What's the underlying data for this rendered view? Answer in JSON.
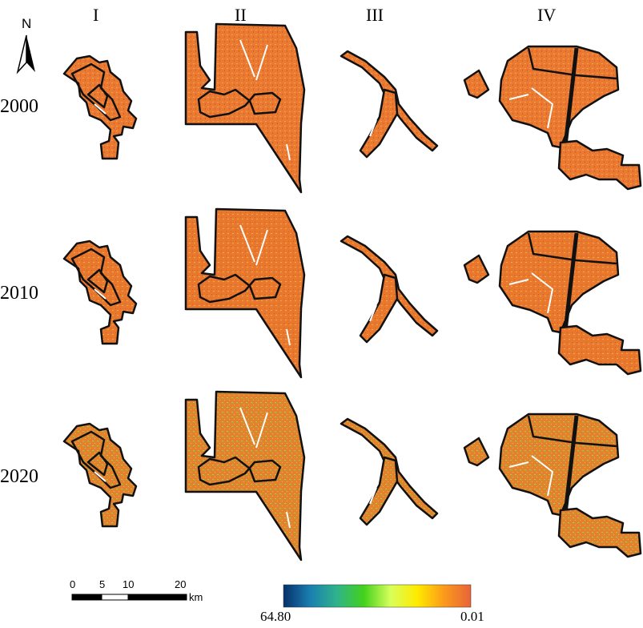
{
  "columns": [
    "I",
    "II",
    "III",
    "IV"
  ],
  "years": [
    "2000",
    "2010",
    "2020"
  ],
  "north": {
    "label": "N",
    "icon": "north-arrow-icon"
  },
  "scale_bar": {
    "ticks": [
      "0",
      "5",
      "10",
      "20"
    ],
    "unit": "km"
  },
  "legend": {
    "max_label": "64.80",
    "min_label": "0.01",
    "colors": [
      "#08306b",
      "#1a7fb0",
      "#2fb38b",
      "#43d11c",
      "#d8ff5a",
      "#ffea00",
      "#fb9a1a",
      "#e8643a"
    ]
  },
  "fill_colors": {
    "base": "#e76a33",
    "2000": "#ea7a32",
    "2010": "#e9782f",
    "2020": "#e2822e"
  }
}
